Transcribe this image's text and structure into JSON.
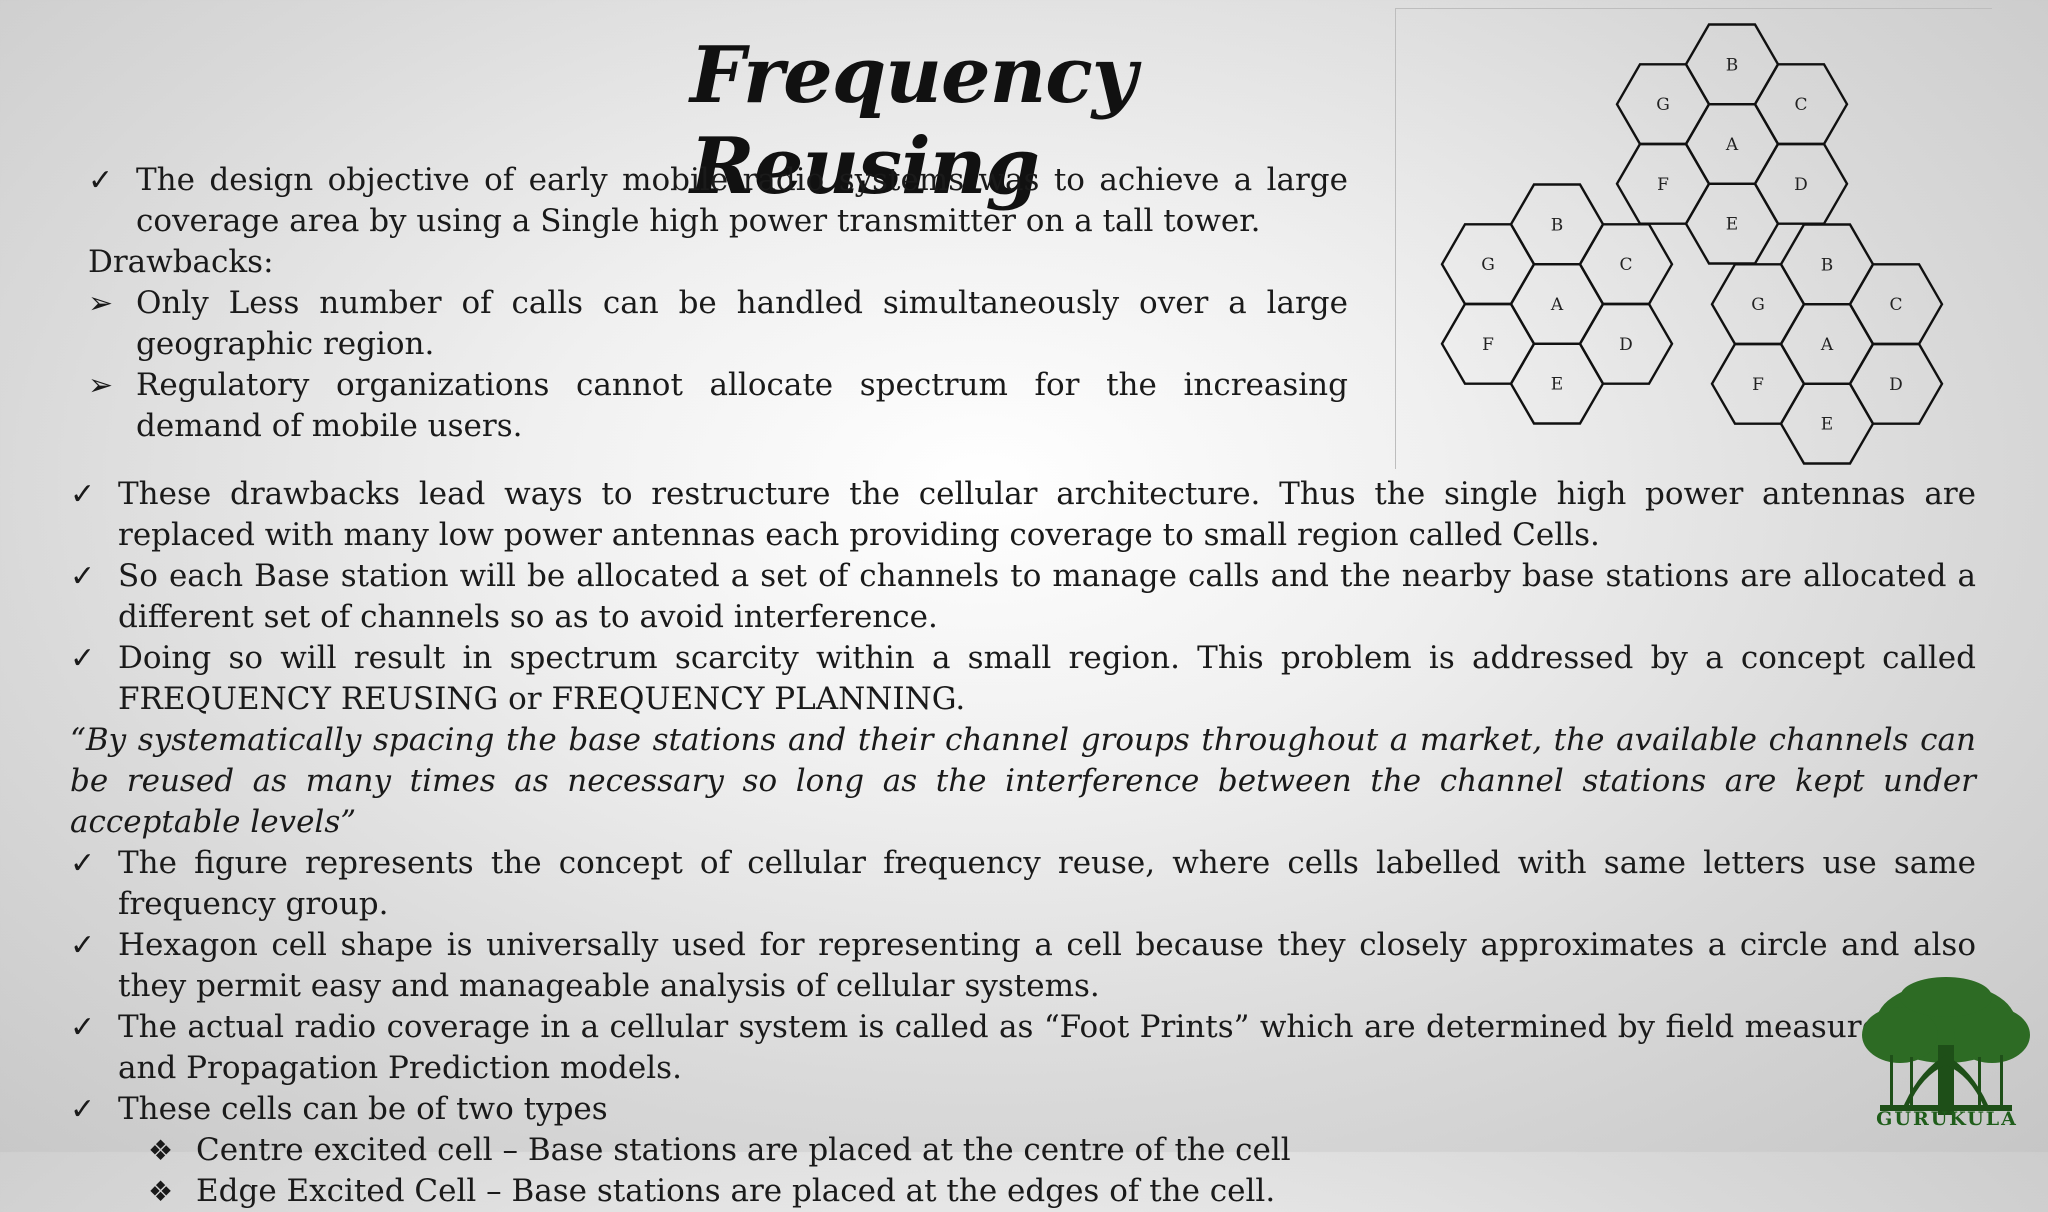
{
  "title": "Frequency Reusing",
  "intro": {
    "point1": "The design objective of early mobile radio systems was to achieve a large coverage area by using a Single high power transmitter on a tall tower.",
    "drawbacks_label": "Drawbacks:",
    "drawback1": "Only Less number of calls can be handled simultaneously over a large geographic region.",
    "drawback2": "Regulatory organizations cannot allocate spectrum for the increasing demand of mobile users."
  },
  "body": {
    "point1": "These drawbacks lead ways to restructure the cellular architecture. Thus the single high power antennas are replaced with many low power antennas each providing coverage to small region called Cells.",
    "point2": "So each Base station will be allocated a set of channels to manage calls and the nearby base stations are allocated a different set of channels so as to avoid interference.",
    "point3": "Doing so will result in spectrum scarcity within a small region. This problem is addressed by a concept called FREQUENCY REUSING or FREQUENCY PLANNING.",
    "quote": "“By systematically spacing the base stations and their channel groups throughout a market, the available channels can be reused as many times as necessary so long as the interference between the channel stations are kept under acceptable levels”",
    "point4": "The figure represents the concept of cellular frequency reuse, where cells labelled with same letters use same frequency group.",
    "point5": "Hexagon cell shape is universally used for representing a cell because they closely approximates a circle and also they permit easy and manageable analysis of cellular systems.",
    "point6": "The actual radio coverage in a cellular system is called as “Foot Prints” which are determined by field measurements and Propagation Prediction models.",
    "point7": "These cells can be of two types",
    "type1": "Centre excited cell – Base stations are placed at the centre of the cell",
    "type2": "Edge Excited Cell – Base stations are placed at the edges of the cell."
  },
  "icons": {
    "check": "✓",
    "arrow": "➢",
    "diamond": "❖"
  },
  "diagram": {
    "clusters": [
      [
        "A",
        "B",
        "C",
        "D",
        "E",
        "F",
        "G"
      ],
      [
        "A",
        "B",
        "C",
        "D",
        "E",
        "F",
        "G"
      ],
      [
        "A",
        "B",
        "C",
        "D",
        "E",
        "F",
        "G"
      ]
    ]
  },
  "logo": {
    "text": "GURUKULA",
    "color": "#1f5d1a"
  }
}
